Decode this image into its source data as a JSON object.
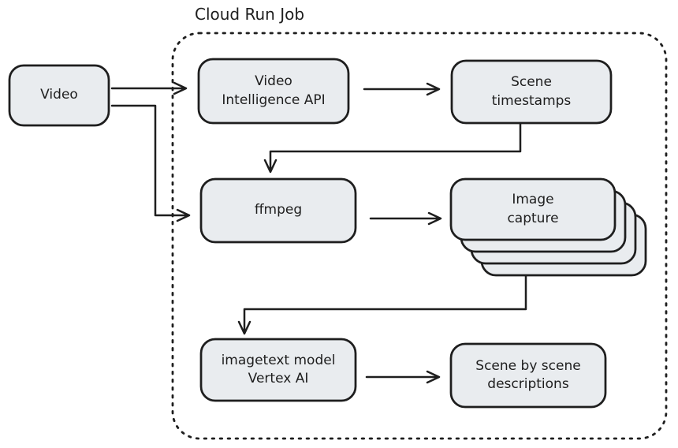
{
  "diagram": {
    "title": "Cloud Run Job",
    "nodes": {
      "video": {
        "label": "Video"
      },
      "video_intelligence": {
        "label": "Video\nIntelligence API"
      },
      "scene_timestamps": {
        "label": "Scene\ntimestamps"
      },
      "ffmpeg": {
        "label": "ffmpeg"
      },
      "image_capture": {
        "label": "Image\ncapture",
        "stack_count": 4
      },
      "imagetext_model": {
        "label": "imagetext model\nVertex AI"
      },
      "scene_descriptions": {
        "label": "Scene by scene\ndescriptions"
      }
    },
    "edges": [
      {
        "from": "Video",
        "to": "Video Intelligence API"
      },
      {
        "from": "Video",
        "to": "ffmpeg"
      },
      {
        "from": "Video Intelligence API",
        "to": "Scene timestamps"
      },
      {
        "from": "Scene timestamps",
        "to": "ffmpeg"
      },
      {
        "from": "ffmpeg",
        "to": "Image capture"
      },
      {
        "from": "Image capture",
        "to": "imagetext model Vertex AI"
      },
      {
        "from": "imagetext model Vertex AI",
        "to": "Scene by scene descriptions"
      }
    ],
    "colors": {
      "node_fill": "#e9ecef",
      "stroke": "#1e1e1e",
      "canvas_background": "#ffffff"
    }
  }
}
